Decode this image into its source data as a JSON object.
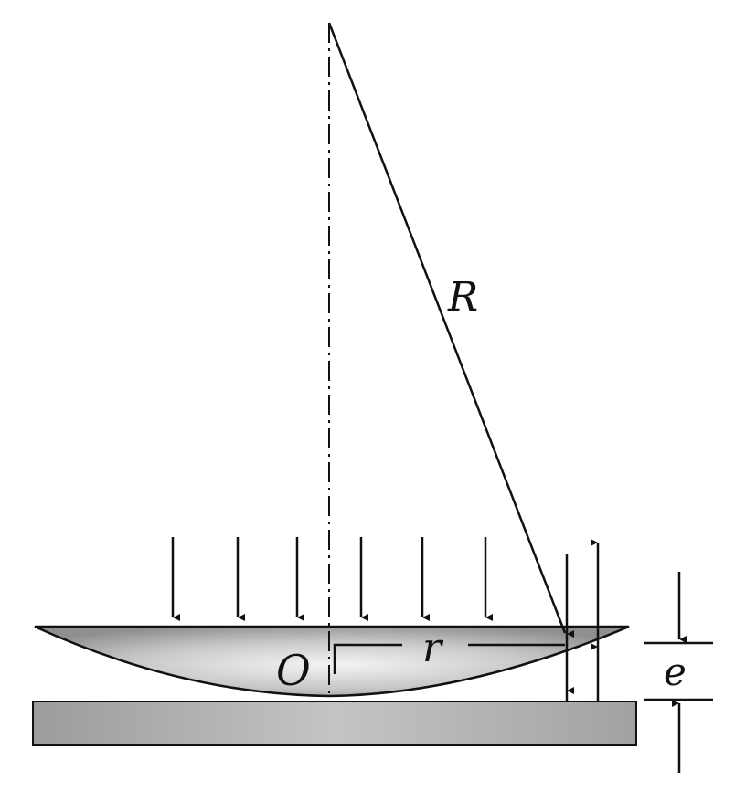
{
  "labels": {
    "radius": "R",
    "center": "O",
    "distance": "r",
    "gap": "e"
  },
  "colors": {
    "ink": "#111111",
    "lens_dark": "#8a8a8a",
    "lens_light": "#ececec",
    "plate": "#a9a9a9"
  }
}
